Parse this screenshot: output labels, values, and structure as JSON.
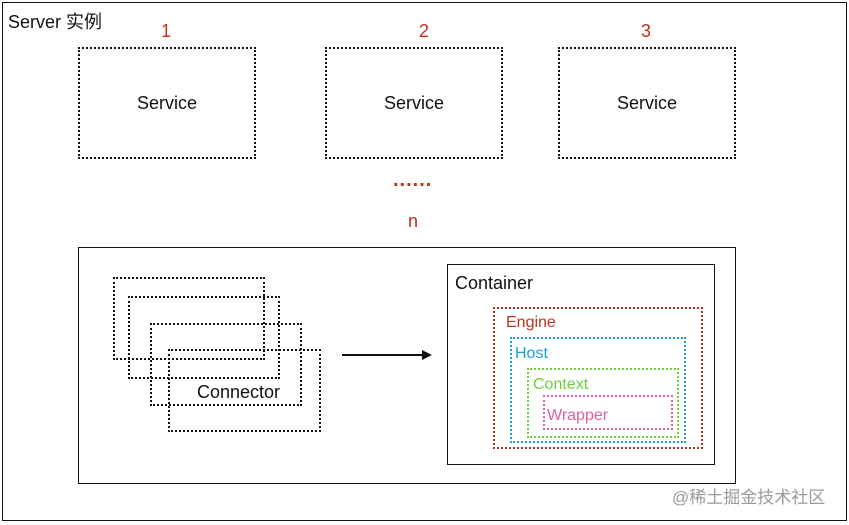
{
  "server": {
    "title": "Server 实例"
  },
  "services": [
    {
      "number": "1",
      "label": "Service"
    },
    {
      "number": "2",
      "label": "Service"
    },
    {
      "number": "3",
      "label": "Service"
    }
  ],
  "ellipsis": "......",
  "n_label": "n",
  "connector": {
    "label": "Connector"
  },
  "container": {
    "label": "Container",
    "engine": "Engine",
    "host": "Host",
    "context": "Context",
    "wrapper": "Wrapper"
  },
  "colors": {
    "number": "#c0301f",
    "engine": "#c0301f",
    "host": "#1a9fd6",
    "context": "#6ccf3a",
    "wrapper": "#e060a6"
  },
  "watermark": "@稀土掘金技术社区"
}
